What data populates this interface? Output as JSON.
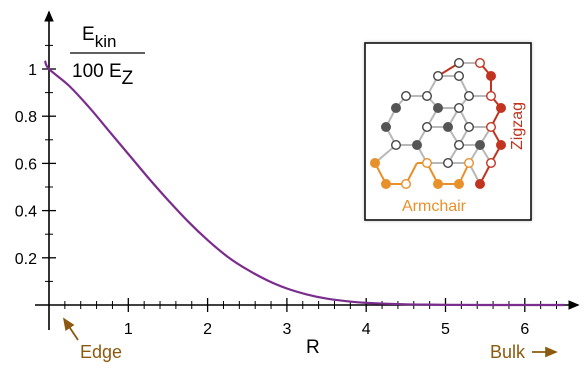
{
  "chart_data": {
    "type": "line",
    "title": "",
    "ylabel_numerator_main": "E",
    "ylabel_numerator_sub": "kin",
    "ylabel_denominator_main": "100 E",
    "ylabel_denominator_sub": "Z",
    "xlabel": "R",
    "xlim": [
      -0.1,
      6.6
    ],
    "ylim": [
      0,
      1.2
    ],
    "xticks": [
      1,
      2,
      3,
      4,
      5,
      6
    ],
    "xtick_labels": [
      "1",
      "2",
      "3",
      "4",
      "5",
      "6"
    ],
    "yticks": [
      0.2,
      0.4,
      0.6,
      0.8,
      1.0
    ],
    "ytick_labels": [
      "0.2",
      "0.4",
      "0.6",
      "0.8",
      "1"
    ],
    "grid": false,
    "series": [
      {
        "color": "#7b2d8e",
        "x": [
          -0.05,
          0.0,
          0.25,
          0.5,
          0.75,
          1.0,
          1.25,
          1.5,
          1.75,
          2.0,
          2.25,
          2.5,
          2.75,
          3.0,
          3.25,
          3.5,
          3.75,
          4.0,
          4.5,
          5.0,
          5.5,
          6.0,
          6.5
        ],
        "y": [
          1.035,
          1.0,
          0.93,
          0.84,
          0.74,
          0.64,
          0.54,
          0.445,
          0.355,
          0.275,
          0.205,
          0.15,
          0.105,
          0.07,
          0.045,
          0.027,
          0.016,
          0.009,
          0.003,
          0.001,
          0.0,
          0.0,
          0.0
        ]
      }
    ],
    "annotations": [
      {
        "text": "Edge",
        "color": "#8b5a10"
      },
      {
        "text": "Bulk",
        "color": "#8b5a10"
      }
    ],
    "inset": {
      "labels": [
        {
          "text": "Armchair",
          "color": "#e8902a"
        },
        {
          "text": "Zigzag",
          "color": "#c23420"
        }
      ],
      "colors": {
        "grey_bond": "#b8b8b8",
        "dark_atom": "#555555",
        "armchair": "#e8902a",
        "zigzag": "#c23420",
        "border": "#111111"
      }
    }
  }
}
